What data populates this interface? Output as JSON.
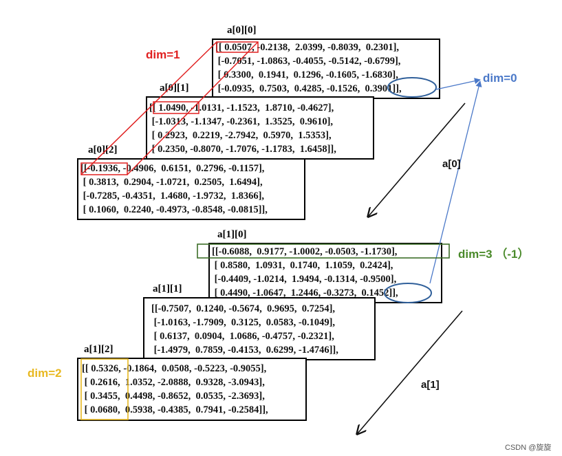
{
  "labels": {
    "a00": "a[0][0]",
    "a01": "a[0][1]",
    "a02": "a[0][2]",
    "a10": "a[1][0]",
    "a11": "a[1][1]",
    "a12": "a[1][2]"
  },
  "blocks": {
    "a00": [
      "[[ 0.0507, -0.2138,  2.0399, -0.8039,  0.2301],",
      " [-0.7051, -1.0863, -0.4055, -0.5142, -0.6799],",
      " [ 0.3300,  0.1941,  0.1296, -0.1605, -1.6830],",
      " [-0.0935,  0.7503,  0.4285, -0.1526,  0.3901]],"
    ],
    "a01": [
      "[[ 1.0490, -1.0131, -1.1523,  1.8710, -0.4627],",
      " [-1.0313, -1.1347, -0.2361,  1.3525,  0.9610],",
      " [ 0.2923,  0.2219, -2.7942,  0.5970,  1.5353],",
      " [ 0.2350, -0.8070, -1.7076, -1.1783,  1.6458]],"
    ],
    "a02": [
      "[[-0.1936, -0.4906,  0.6151,  0.2796, -0.1157],",
      " [ 0.3813,  0.2904, -1.0721,  0.2505,  1.6494],",
      " [-0.7285, -0.4351,  1.4680, -1.9732,  1.8366],",
      " [ 0.1060,  0.2240, -0.4973, -0.8548, -0.0815]],"
    ],
    "a10": [
      "[[-0.6088,  0.9177, -1.0002, -0.0503, -1.1730],",
      " [ 0.8580,  1.0931,  0.1740,  1.1059,  0.2424],",
      " [-0.4409, -1.0214,  1.9494, -0.1314, -0.9500],",
      " [ 0.4490, -1.0647,  1.2446, -0.3273,  0.1452]],"
    ],
    "a11": [
      "[[-0.7507,  0.1240, -0.5674,  0.9695,  0.7254],",
      " [-1.0163, -1.7909,  0.3125,  0.0583, -0.1049],",
      " [ 0.6137,  0.0904,  1.0686, -0.4757, -0.2321],",
      " [-1.4979,  0.7859, -0.4153,  0.6299, -1.4746]],"
    ],
    "a12": [
      "[[ 0.5326, -0.1864,  0.0508, -0.5223, -0.9055],",
      " [ 0.2616,  1.0352, -2.0888,  0.9328, -3.0943],",
      " [ 0.3455,  0.4498, -0.8652,  0.0535, -2.3693],",
      " [ 0.0680,  0.5938, -0.4385,  0.7941, -0.2584]],"
    ]
  },
  "annotations": {
    "dim1": "dim=1",
    "dim0": "dim=0",
    "dim3": "dim=3 （-1）",
    "dim2": "dim=2",
    "axis_a0": "a[0]",
    "axis_a1": "a[1]"
  },
  "colors": {
    "dim1": "#e02020",
    "dim0": "#4a78c8",
    "dim3": "#4a8a2a",
    "dim2": "#e8b820",
    "dim0_circle": "#2f5f9a",
    "dim3_box": "#3c6e28"
  },
  "watermark": "CSDN @旋旋"
}
